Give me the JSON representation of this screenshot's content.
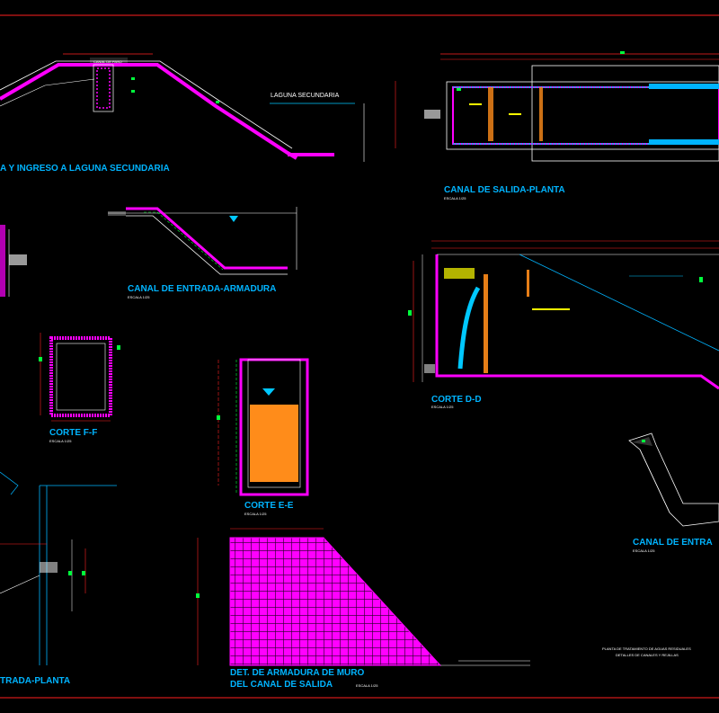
{
  "drawing": {
    "background": "#000000",
    "colors": {
      "concrete": "#ff00ff",
      "title": "#00b4ff",
      "dimension": "#ff2020",
      "outline": "#ffffff",
      "green_tag": "#00ff3c",
      "water": "#00c8ff",
      "yellow": "#ffff00",
      "fill_orange": "#ff8c1a"
    }
  },
  "views": {
    "laguna_ingreso": {
      "title": "A Y INGRESO A LAGUNA SECUNDARIA",
      "water_label": "LAGUNA SECUNDARIA",
      "top_label": "CANAL DE PASO"
    },
    "canal_salida_planta": {
      "title": "CANAL DE SALIDA-PLANTA",
      "scale": "ESCALA 1/25"
    },
    "canal_entrada_armadura": {
      "title": "CANAL DE ENTRADA-ARMADURA",
      "scale": "ESCALA 1/25"
    },
    "corte_f": {
      "title": "CORTE F-F",
      "scale": "ESCALA 1/25"
    },
    "corte_e": {
      "title": "CORTE E-E",
      "scale": "ESCALA 1/25"
    },
    "corte_d": {
      "title": "CORTE D-D",
      "scale": "ESCALA 1/25"
    },
    "canal_entrada_iso": {
      "title": "CANAL DE ENTRA",
      "scale": "ESCALA 1/25"
    },
    "entrada_planta": {
      "title": "TRADA-PLANTA"
    },
    "muro_armadura": {
      "title_line1": "DET. DE ARMADURA DE MURO",
      "title_line2": "DEL CANAL DE SALIDA",
      "scale": "ESCALA 1/25"
    },
    "notes": {
      "line1": "PLANTA DE TRATAMIENTO DE AGUAS RESIDUALES",
      "line2": "DETALLES DE CANALES Y REJILLAS"
    }
  }
}
